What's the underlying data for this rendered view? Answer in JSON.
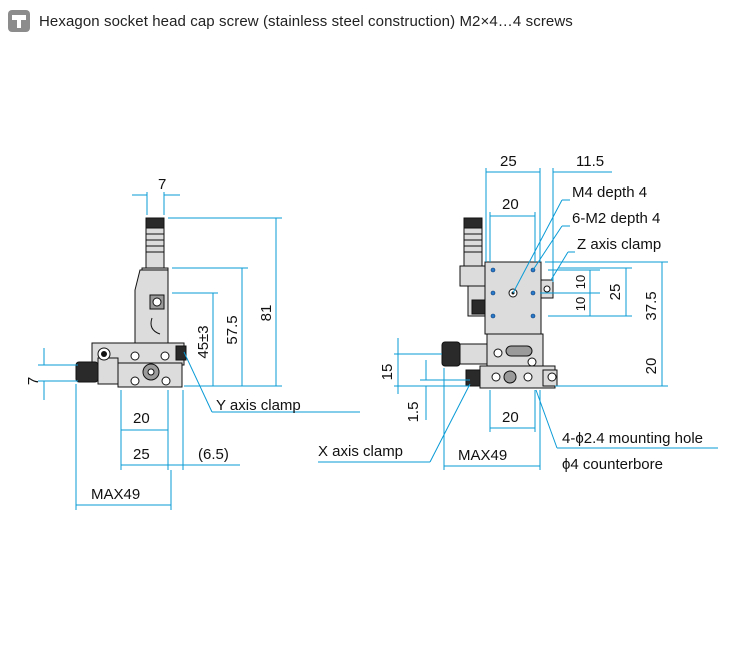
{
  "header": {
    "icon": "screw-icon",
    "text": "Hexagon socket head cap screw (stainless steel construction) M2×4…4 screws"
  },
  "colors": {
    "dimension_line": "#0a9bd6",
    "text": "#111111",
    "header_icon": "#8c8c8c"
  },
  "left_view": {
    "dims": {
      "top_width": "7",
      "height_total": "81",
      "height_mid": "57.5",
      "travel": "45±3",
      "left_offset": "7",
      "base_20": "20",
      "base_25": "25",
      "overhang": "(6.5)",
      "max": "MAX49"
    },
    "labels": {
      "y_clamp": "Y axis clamp"
    }
  },
  "right_view": {
    "dims": {
      "top_25": "25",
      "top_11_5": "11.5",
      "inner_20": "20",
      "right_10a": "10",
      "right_10b": "10",
      "right_25": "25",
      "right_37_5": "37.5",
      "right_20": "20",
      "left_15": "15",
      "left_1_5": "1.5",
      "base_20": "20",
      "max": "MAX49"
    },
    "labels": {
      "m4": "M4 depth 4",
      "m2": "6-M2 depth 4",
      "z_clamp": "Z axis clamp",
      "x_clamp": "X axis clamp",
      "mount": "4-ϕ2.4 mounting hole",
      "counterbore": "ϕ4 counterbore"
    }
  }
}
